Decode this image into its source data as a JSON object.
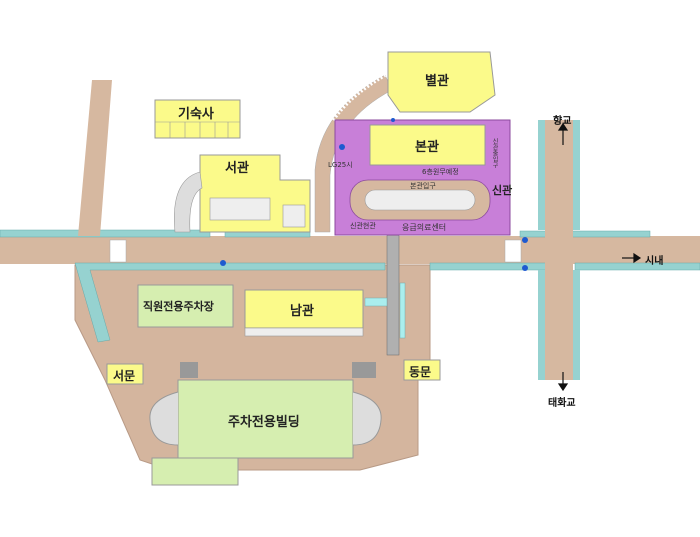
{
  "buildings": {
    "byeolgwan": "별관",
    "bongwan": "본관",
    "singwan": "신관",
    "seogwan": "서관",
    "gisuksa": "기숙사",
    "namgwan": "남관",
    "staff_parking": "직원전용주차장",
    "parking_building": "주차전용빌딩"
  },
  "gates": {
    "west": "서문",
    "east": "동문"
  },
  "directions": {
    "north": "향교",
    "east": "시내",
    "south": "태화교"
  },
  "small_labels": {
    "lg25": "LG25시",
    "bank": "6층원무예정",
    "main_entrance": "본관입구",
    "new_entrance": "신관현관",
    "emergency": "응급의료센터",
    "singwan_entrance": "신관출입구"
  },
  "colors": {
    "road": "#d6b8a0",
    "sidewalk": "#96d2d0",
    "yellow_building": "#fbfa8a",
    "purple_building": "#c87fd8",
    "green_building": "#d6eeb0"
  }
}
